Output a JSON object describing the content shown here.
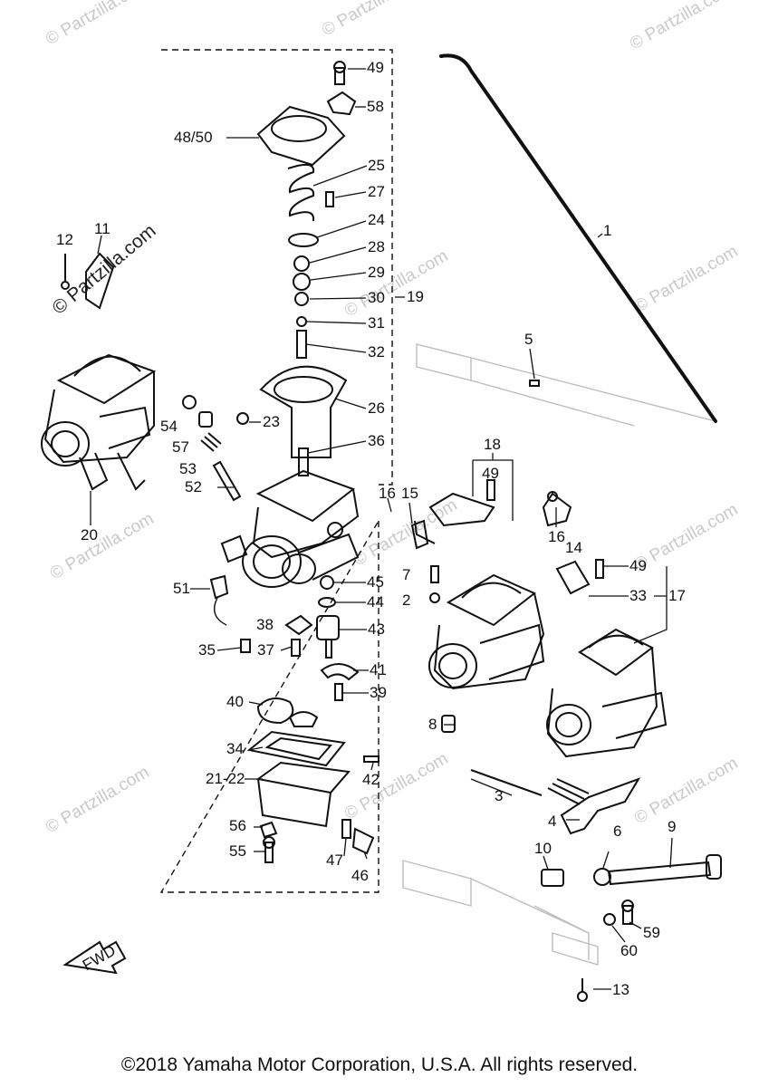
{
  "watermarks": {
    "tile": "© Partzilla.com",
    "feature": "© Partzilla.com"
  },
  "fwd_label": "FWD",
  "copyright": "©2018 Yamaha Motor Corporation, U.S.A. All rights reserved.",
  "callouts": [
    {
      "id": "c49a",
      "text": "49"
    },
    {
      "id": "c58",
      "text": "58"
    },
    {
      "id": "c48-50",
      "text": "48/50"
    },
    {
      "id": "c25",
      "text": "25"
    },
    {
      "id": "c27",
      "text": "27"
    },
    {
      "id": "c24",
      "text": "24"
    },
    {
      "id": "c28",
      "text": "28"
    },
    {
      "id": "c29",
      "text": "29"
    },
    {
      "id": "c30",
      "text": "30"
    },
    {
      "id": "c19",
      "text": "19"
    },
    {
      "id": "c31",
      "text": "31"
    },
    {
      "id": "c32",
      "text": "32"
    },
    {
      "id": "c26",
      "text": "26"
    },
    {
      "id": "c23",
      "text": "23"
    },
    {
      "id": "c36",
      "text": "36"
    },
    {
      "id": "c54",
      "text": "54"
    },
    {
      "id": "c57",
      "text": "57"
    },
    {
      "id": "c53",
      "text": "53"
    },
    {
      "id": "c52",
      "text": "52"
    },
    {
      "id": "c20",
      "text": "20"
    },
    {
      "id": "c12",
      "text": "12"
    },
    {
      "id": "c11",
      "text": "11"
    },
    {
      "id": "c1",
      "text": "1"
    },
    {
      "id": "c5",
      "text": "5"
    },
    {
      "id": "c18",
      "text": "18"
    },
    {
      "id": "c49b",
      "text": "49"
    },
    {
      "id": "c16a",
      "text": "16"
    },
    {
      "id": "c15",
      "text": "15"
    },
    {
      "id": "c16b",
      "text": "16"
    },
    {
      "id": "c14",
      "text": "14"
    },
    {
      "id": "c49c",
      "text": "49"
    },
    {
      "id": "c33",
      "text": "33"
    },
    {
      "id": "c17",
      "text": "17"
    },
    {
      "id": "c51",
      "text": "51"
    },
    {
      "id": "c45",
      "text": "45"
    },
    {
      "id": "c44",
      "text": "44"
    },
    {
      "id": "c7",
      "text": "7"
    },
    {
      "id": "c2",
      "text": "2"
    },
    {
      "id": "c38",
      "text": "38"
    },
    {
      "id": "c43",
      "text": "43"
    },
    {
      "id": "c35",
      "text": "35"
    },
    {
      "id": "c37",
      "text": "37"
    },
    {
      "id": "c41",
      "text": "41"
    },
    {
      "id": "c39",
      "text": "39"
    },
    {
      "id": "c40",
      "text": "40"
    },
    {
      "id": "c8",
      "text": "8"
    },
    {
      "id": "c34",
      "text": "34"
    },
    {
      "id": "c42",
      "text": "42"
    },
    {
      "id": "c21-22",
      "text": "21-22"
    },
    {
      "id": "c3",
      "text": "3"
    },
    {
      "id": "c56",
      "text": "56"
    },
    {
      "id": "c4",
      "text": "4"
    },
    {
      "id": "c6",
      "text": "6"
    },
    {
      "id": "c9",
      "text": "9"
    },
    {
      "id": "c55",
      "text": "55"
    },
    {
      "id": "c47",
      "text": "47"
    },
    {
      "id": "c46",
      "text": "46"
    },
    {
      "id": "c10",
      "text": "10"
    },
    {
      "id": "c59",
      "text": "59"
    },
    {
      "id": "c60",
      "text": "60"
    },
    {
      "id": "c13",
      "text": "13"
    }
  ]
}
